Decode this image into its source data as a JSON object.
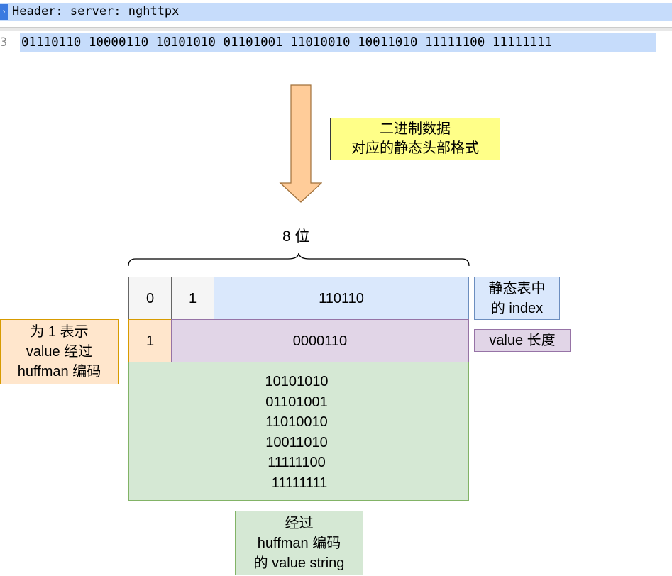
{
  "capture": {
    "header_line": "Header: server: nghttpx",
    "line_marker": "3",
    "binary_bytes": "01110110 10000110 10101010 01101001 11010010 10011010 11111100 11111111"
  },
  "diagram": {
    "arrow_note": [
      "二进制数据",
      "对应的静态头部格式"
    ],
    "width_label": "8 位",
    "row1": {
      "bit0": "0",
      "bit1": "1",
      "index_bits": "110110"
    },
    "row2": {
      "huffman_flag": "1",
      "length_bits": "0000110"
    },
    "value_bytes": [
      "10101010",
      "01101001",
      "11010010",
      "10011010",
      "11111100",
      "11111111"
    ],
    "index_label": [
      "静态表中",
      "的 index"
    ],
    "length_label": "value 长度",
    "huffman_flag_label": [
      "为 1 表示",
      "value 经过",
      "huffman 编码"
    ],
    "value_label": [
      "经过",
      "huffman 编码",
      "的 value string"
    ]
  },
  "colors": {
    "highlight": "#c6dcfb",
    "arrow": "#ffcc99",
    "note": "#ffff88",
    "blue": "#dae8fc",
    "purple": "#e1d5e7",
    "orange": "#ffe6cc",
    "green": "#d5e8d4"
  }
}
